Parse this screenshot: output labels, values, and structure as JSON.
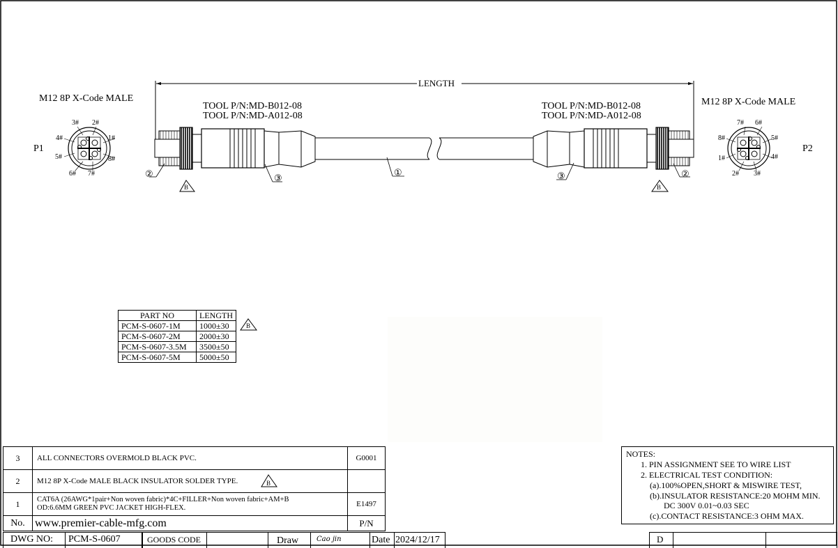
{
  "drawing": {
    "length_label": "LENGTH",
    "p1": {
      "label": "P1",
      "title": "M12 8P X-Code MALE",
      "pins": [
        "3#",
        "2#",
        "4#",
        "1#",
        "5#",
        "8#",
        "6#",
        "7#"
      ]
    },
    "p2": {
      "label": "P2",
      "title": "M12 8P X-Code MALE",
      "pins": [
        "7#",
        "6#",
        "8#",
        "5#",
        "1#",
        "4#",
        "2#",
        "3#"
      ]
    },
    "tool_left": [
      "TOOL P/N:MD-B012-08",
      "TOOL P/N:MD-A012-08"
    ],
    "tool_right": [
      "TOOL P/N:MD-B012-08",
      "TOOL P/N:MD-A012-08"
    ],
    "callouts": {
      "cable": "①",
      "insulator": "②",
      "overmold": "③",
      "revision": "B"
    }
  },
  "parts_table": {
    "headers": [
      "PART NO",
      "LENGTH"
    ],
    "rows": [
      [
        "PCM-S-0607-1M",
        "1000±30"
      ],
      [
        "PCM-S-0607-2M",
        "2000±30"
      ],
      [
        "PCM-S-0607-3.5M",
        "3500±50"
      ],
      [
        "PCM-S-0607-5M",
        "5000±50"
      ]
    ],
    "revision_mark": "B"
  },
  "bom": {
    "rows": [
      {
        "no": "3",
        "desc": "ALL CONNECTORS OVERMOLD BLACK PVC.",
        "pn": "G0001"
      },
      {
        "no": "2",
        "desc": "M12 8P X-Code MALE BLACK INSULATOR SOLDER TYPE.",
        "pn": "",
        "mark": "B"
      },
      {
        "no": "1",
        "desc": "CAT6A (26AWG*1pair+Non woven fabric)*4C+FILLER+Non woven fabric+AM+B",
        "desc2": "OD:6.6MM GREEN PVC JACKET HIGH-FLEX.",
        "pn": "E1497"
      }
    ],
    "footer": {
      "no": "No.",
      "website": "www.premier-cable-mfg.com",
      "pn": "P/N"
    }
  },
  "notes": {
    "title": "NOTES:",
    "lines": [
      "1.  PIN ASSIGNMENT SEE TO WIRE LIST",
      "2.  ELECTRICAL TEST CONDITION:",
      "(a).100%OPEN,SHORT & MISWIRE TEST,",
      "(b).INSULATOR RESISTANCE:20 MOHM MIN.",
      "DC 300V 0.01~0.03 SEC",
      "(c).CONTACT RESISTANCE:3 OHM MAX."
    ]
  },
  "title_block": {
    "dwg_no_label": "DWG NO:",
    "dwg_no": "PCM-S-0607",
    "goods_code_label": "GOODS CODE",
    "draw_label": "Draw",
    "drawer": "Cao jin",
    "date_label": "Date",
    "date": "2024/12/17",
    "sheet_letter": "D"
  }
}
